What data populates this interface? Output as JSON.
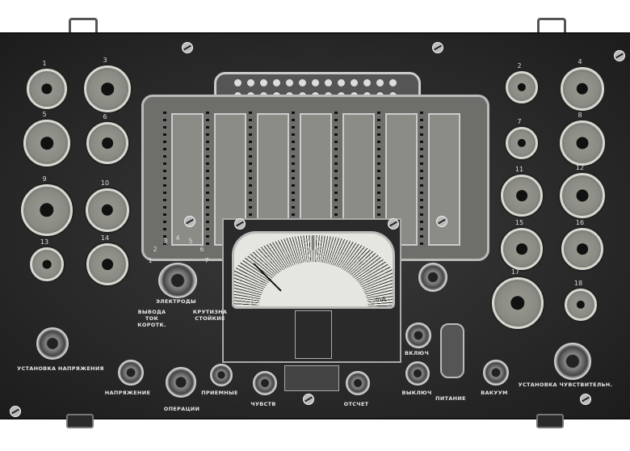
{
  "sockets_left": [
    {
      "n": "1"
    },
    {
      "n": "3"
    },
    {
      "n": "5"
    },
    {
      "n": "6"
    },
    {
      "n": "9"
    },
    {
      "n": "10"
    },
    {
      "n": "13"
    },
    {
      "n": "14"
    }
  ],
  "sockets_right": [
    {
      "n": "2"
    },
    {
      "n": "4"
    },
    {
      "n": "7"
    },
    {
      "n": "8"
    },
    {
      "n": "11"
    },
    {
      "n": "12"
    },
    {
      "n": "15"
    },
    {
      "n": "16"
    },
    {
      "n": "17"
    },
    {
      "n": "18"
    }
  ],
  "labels": {
    "voltage_setting": "УСТАНОВКА НАПРЯЖЕНИЯ",
    "voltage": "НАПРЯЖЕНИЕ",
    "electrodes": "ЭЛЕКТРОДЫ",
    "short_circuit": "ВЫВОДА ТОК КОРОТК.",
    "transconductance": "КРУТИЗНА СТОЙКИЕ",
    "operations": "ОПЕРАЦИИ",
    "receiving": "ПРИЕМНЫЕ",
    "sensitivity": "ЧУВСТВ",
    "reading": "ОТСЧЕТ",
    "switch_on": "ВКЛЮЧ",
    "switch_off": "ВЫКЛЮЧ",
    "power": "ПИТАНИЕ",
    "vacuum": "ВАКУУМ",
    "sensitivity_setting": "УСТАНОВКА ЧУВСТВИТЕЛЬН."
  },
  "selector_positions": [
    "1",
    "2",
    "3",
    "4",
    "5",
    "6",
    "7"
  ],
  "meter": {
    "unit": "mA"
  }
}
